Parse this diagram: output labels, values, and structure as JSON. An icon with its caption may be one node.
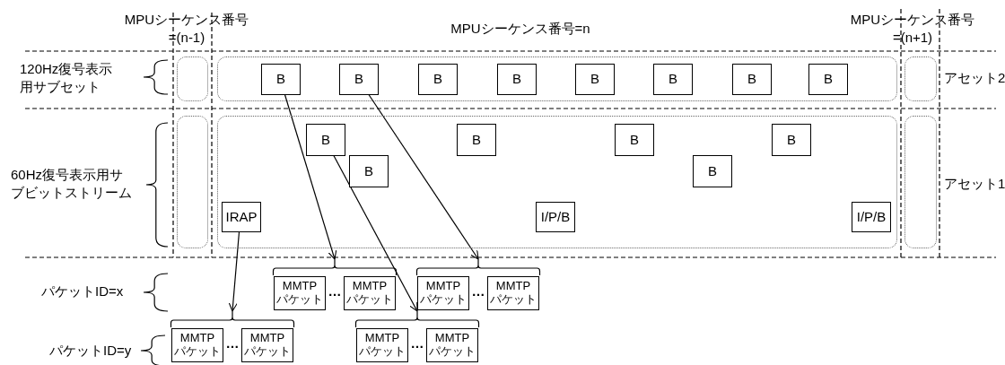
{
  "diagram": {
    "nodes": [
      {
        "text": [],
        "shape": "box"
      },
      {
        "text": [],
        "shape": "box"
      },
      {
        "text": [
          "B"
        ],
        "in": 1
      },
      {
        "text": [
          "B"
        ],
        "in": 1
      },
      {
        "text": [
          "B"
        ],
        "in": 1
      },
      {
        "text": [
          "B"
        ],
        "in": 1
      },
      {
        "text": [
          "B"
        ],
        "in": 1
      },
      {
        "text": [
          "B"
        ],
        "in": 1
      },
      {
        "text": [
          "B"
        ],
        "in": 1
      },
      {
        "text": [
          "B"
        ],
        "in": 1
      },
      {
        "text": [],
        "shape": "box"
      },
      {
        "text": [],
        "shape": "box"
      },
      {
        "text": [],
        "shape": "box"
      },
      {
        "text": [
          "B"
        ],
        "in": 12
      },
      {
        "text": [
          "B"
        ],
        "in": 12
      },
      {
        "text": [
          "B"
        ],
        "in": 12
      },
      {
        "text": [
          "B"
        ],
        "in": 12
      },
      {
        "text": [
          "B"
        ],
        "in": 12
      },
      {
        "text": [
          "B"
        ],
        "in": 12
      },
      {
        "text": [
          "IRAP"
        ],
        "in": 12
      },
      {
        "text": [
          "I/P/B"
        ],
        "in": 12
      },
      {
        "text": [
          "I/P/B"
        ],
        "in": 12
      },
      {
        "text": [],
        "shape": "box"
      },
      {
        "text": [],
        "shape": "bracket"
      },
      {
        "text": [
          "MMTP パケット"
        ],
        "in": 23
      },
      {
        "text": [
          "MMTP パケット"
        ],
        "in": 23
      },
      {
        "text": [],
        "shape": "bracket"
      },
      {
        "text": [
          "MMTP パケット"
        ],
        "in": 26
      },
      {
        "text": [
          "MMTP パケット"
        ],
        "in": 26
      },
      {
        "text": [],
        "shape": "bracket"
      },
      {
        "text": [
          "MMTP パケット"
        ],
        "in": 29
      },
      {
        "text": [
          "MMTP パケット"
        ],
        "in": 29
      },
      {
        "text": [],
        "shape": "bracket"
      },
      {
        "text": [
          "MMTP パケット"
        ],
        "in": 32
      },
      {
        "text": [
          "MMTP パケット"
        ],
        "in": 32
      }
    ],
    "edges": [
      {
        "from": 2,
        "to": 23,
        "arrow": "to"
      },
      {
        "from": 3,
        "to": 26,
        "arrow": "to"
      },
      {
        "from": 13,
        "to": 32,
        "arrow": "to"
      },
      {
        "from": 19,
        "to": 29,
        "arrow": "to"
      }
    ],
    "labels": [
      "MPUシーケンス番号 =(n-1)",
      "MPUシーケンス番号=n",
      "MPUシーケンス番号 =(n+1)",
      "120Hz復号表示用サブセット",
      "アセット2",
      "60Hz復号表示用サブビットストリーム",
      "アセット1",
      "パケットID=x",
      "…",
      "…",
      "パケットID=y",
      "…",
      "…"
    ]
  }
}
